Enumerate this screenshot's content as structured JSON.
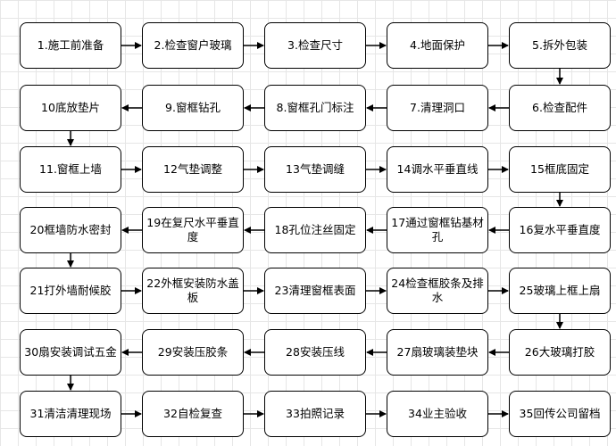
{
  "steps": [
    "1.施工前准备",
    "2.检查窗户玻璃",
    "3.检查尺寸",
    "4.地面保护",
    "5.拆外包装",
    "6.检查配件",
    "7.清理洞口",
    "8.窗框孔门标注",
    "9.窗框钻孔",
    "10底放垫片",
    "11.窗框上墙",
    "12气垫调整",
    "13气垫调缝",
    "14调水平垂直线",
    "15框底固定",
    "16复水平垂直度",
    "17通过窗框钻基材孔",
    "18孔位注丝固定",
    "19在复尺水平垂直度",
    "20框墙防水密封",
    "21打外墙耐候胶",
    "22外框安装防水盖板",
    "23清理窗框表面",
    "24检查框胶条及排水",
    "25玻璃上框上扇",
    "26大玻璃打胶",
    "27扇玻璃装垫块",
    "28安装压线",
    "29安装压胶条",
    "30扇安装调试五金",
    "31清洁清理现场",
    "32自检复查",
    "33拍照记录",
    "34业主验收",
    "35回传公司留档"
  ]
}
